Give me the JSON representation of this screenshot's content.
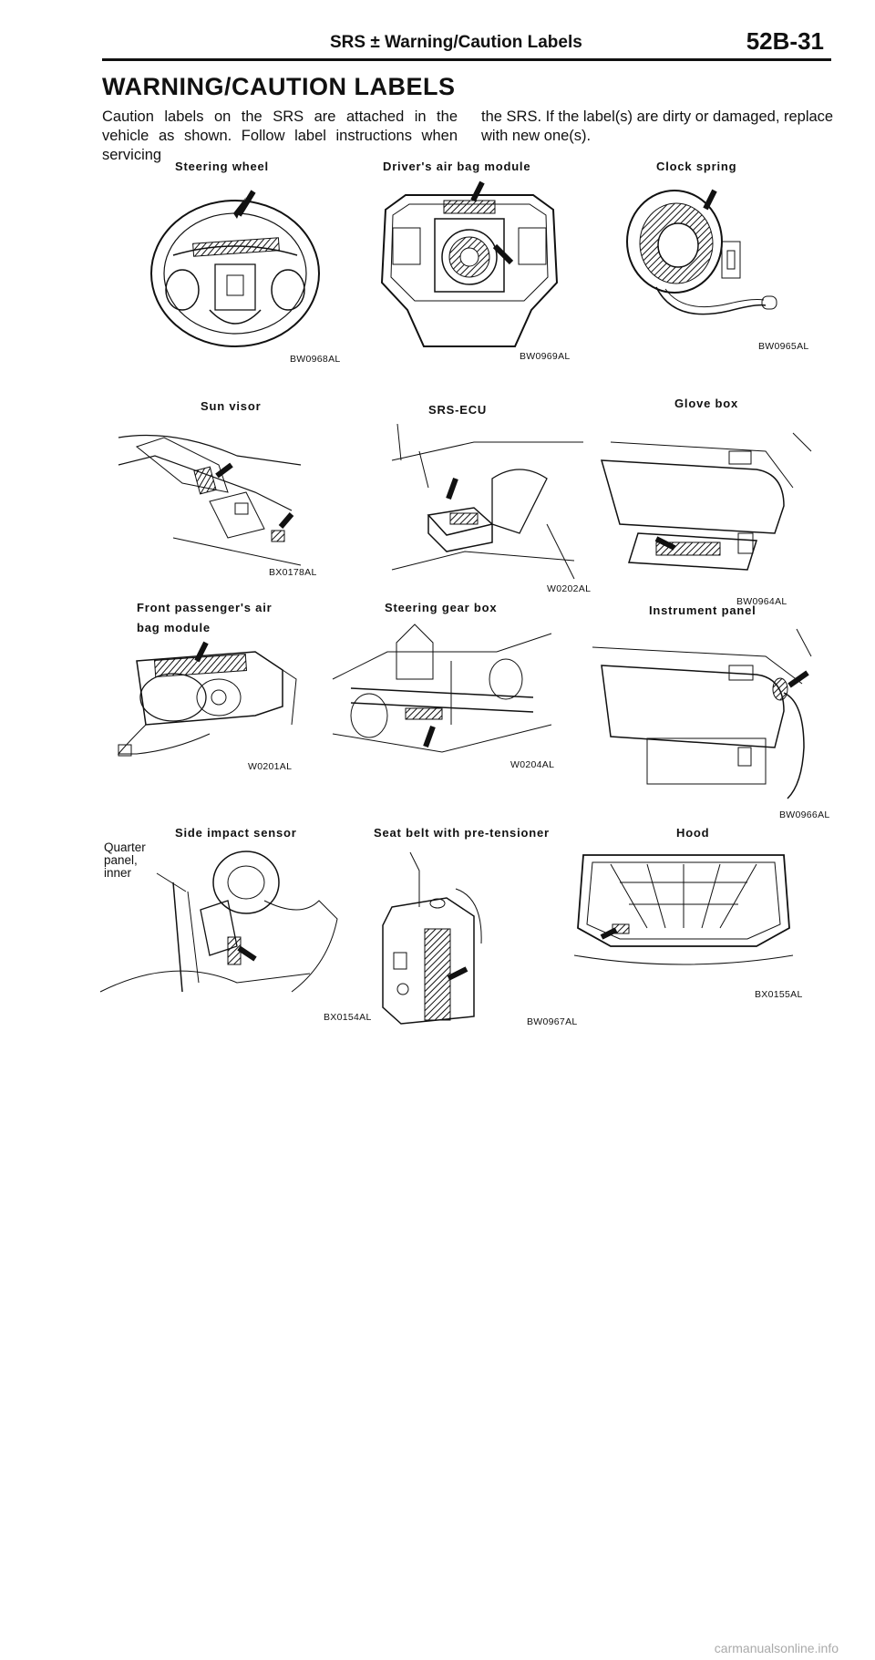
{
  "header": {
    "title": "SRS ± Warning/Caution Labels",
    "page": "52B-31"
  },
  "section_title": "WARNING/CAUTION LABELS",
  "intro": {
    "left": "Caution labels on the SRS are attached in the vehicle as shown. Follow label instructions when servicing",
    "right": "the SRS. If the label(s) are dirty or damaged, replace with new one(s)."
  },
  "figures": {
    "steering_wheel": {
      "label": "Steering wheel",
      "code": "BW0968AL"
    },
    "driver_airbag": {
      "label": "Driver's air bag module",
      "code": "BW0969AL"
    },
    "clock_spring": {
      "label": "Clock spring",
      "code": "BW0965AL"
    },
    "sun_visor": {
      "label": "Sun visor",
      "code": "BX0178AL"
    },
    "srs_ecu": {
      "label": "SRS-ECU",
      "code": "W0202AL"
    },
    "glove_box": {
      "label": "Glove box",
      "code": "BW0964AL"
    },
    "front_passenger": {
      "label": "Front passenger's air bag module",
      "code": "W0201AL"
    },
    "steering_gear": {
      "label": "Steering gear box",
      "code": "W0204AL"
    },
    "instrument_panel": {
      "label": "Instrument panel",
      "code": "BW0966AL"
    },
    "side_impact": {
      "label": "Side impact sensor",
      "code": "BX0154AL",
      "callout": "Quarter panel, inner"
    },
    "seat_belt": {
      "label": "Seat belt with pre-tensioner",
      "code": "BW0967AL"
    },
    "hood": {
      "label": "Hood",
      "code": "BX0155AL"
    }
  },
  "footer": "carmanualsonline.info"
}
